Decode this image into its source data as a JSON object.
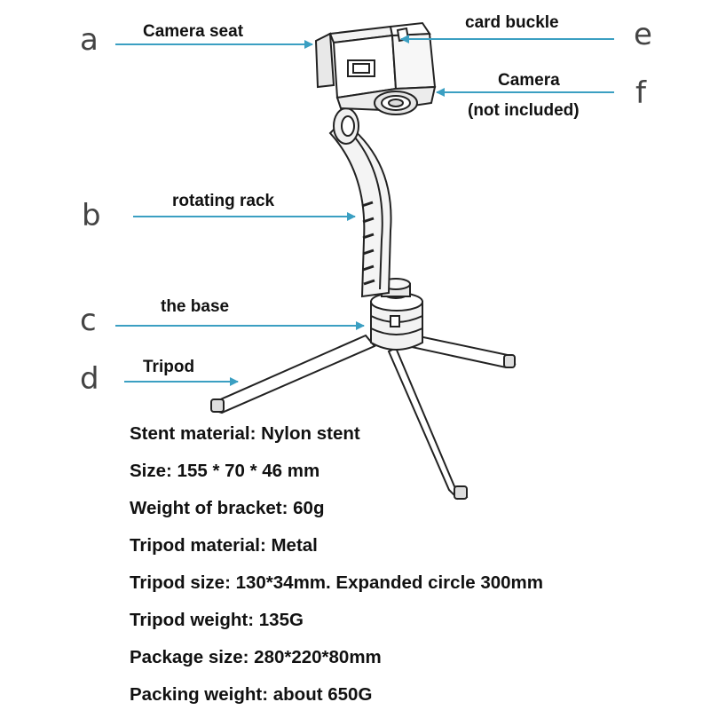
{
  "callouts": [
    {
      "letter": "a",
      "label": "Camera seat"
    },
    {
      "letter": "b",
      "label": "rotating rack"
    },
    {
      "letter": "c",
      "label": "the base"
    },
    {
      "letter": "d",
      "label": "Tripod"
    },
    {
      "letter": "e",
      "label": "card buckle"
    },
    {
      "letter": "f",
      "label_line1": "Camera",
      "label_line2": "(not included)"
    }
  ],
  "specs": [
    "Stent material: Nylon stent",
    "Size: 155 * 70 * 46 mm",
    "Weight of bracket: 60g",
    "Tripod material: Metal",
    "Tripod size: 130*34mm. Expanded circle 300mm",
    "Tripod weight: 135G",
    "Package size: 280*220*80mm",
    "Packing weight: about 650G"
  ],
  "colors": {
    "arrow": "#3b9fc2",
    "line_art": "#222222",
    "text": "#111111"
  }
}
